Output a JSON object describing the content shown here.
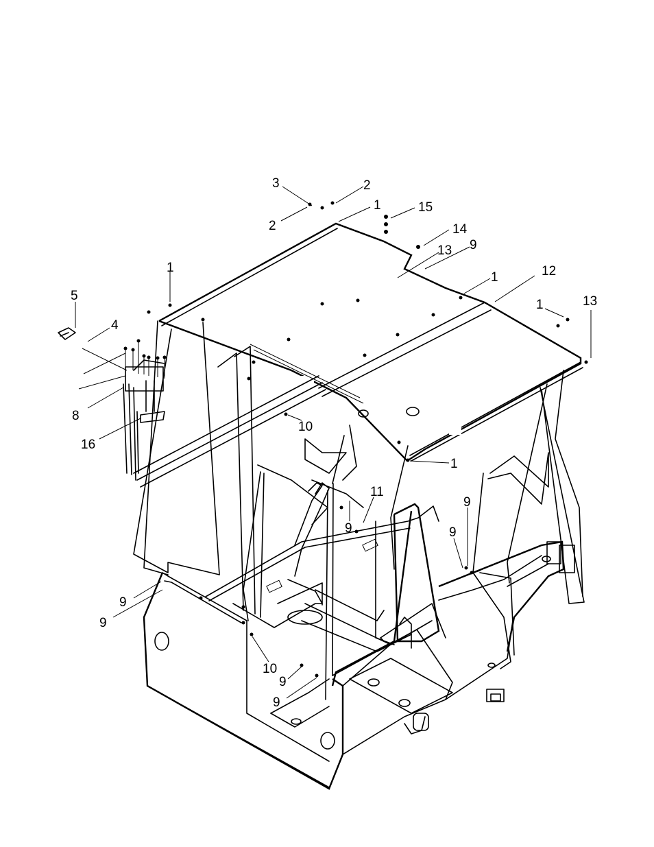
{
  "colors": {
    "ink": "#000000",
    "paper": "#ffffff"
  },
  "callouts": [
    {
      "id": "c3",
      "text": "3"
    },
    {
      "id": "c2a",
      "text": "2"
    },
    {
      "id": "c2b",
      "text": "2"
    },
    {
      "id": "c1a",
      "text": "1"
    },
    {
      "id": "c15",
      "text": "15"
    },
    {
      "id": "c14",
      "text": "14"
    },
    {
      "id": "c13a",
      "text": "13"
    },
    {
      "id": "c9a",
      "text": "9"
    },
    {
      "id": "c1b",
      "text": "1"
    },
    {
      "id": "c12",
      "text": "12"
    },
    {
      "id": "c1c",
      "text": "1"
    },
    {
      "id": "c13b",
      "text": "13"
    },
    {
      "id": "c1d",
      "text": "1"
    },
    {
      "id": "c5",
      "text": "5"
    },
    {
      "id": "c4",
      "text": "4"
    },
    {
      "id": "c8",
      "text": "8"
    },
    {
      "id": "c16",
      "text": "16"
    },
    {
      "id": "c10a",
      "text": "10"
    },
    {
      "id": "c1e",
      "text": "1"
    },
    {
      "id": "c11",
      "text": "11"
    },
    {
      "id": "c9b",
      "text": "9"
    },
    {
      "id": "c9c",
      "text": "9"
    },
    {
      "id": "c9d",
      "text": "9"
    },
    {
      "id": "c9e",
      "text": "9"
    },
    {
      "id": "c9f",
      "text": "9"
    },
    {
      "id": "c10b",
      "text": "10"
    },
    {
      "id": "c9g",
      "text": "9"
    },
    {
      "id": "c9h",
      "text": "9"
    }
  ]
}
